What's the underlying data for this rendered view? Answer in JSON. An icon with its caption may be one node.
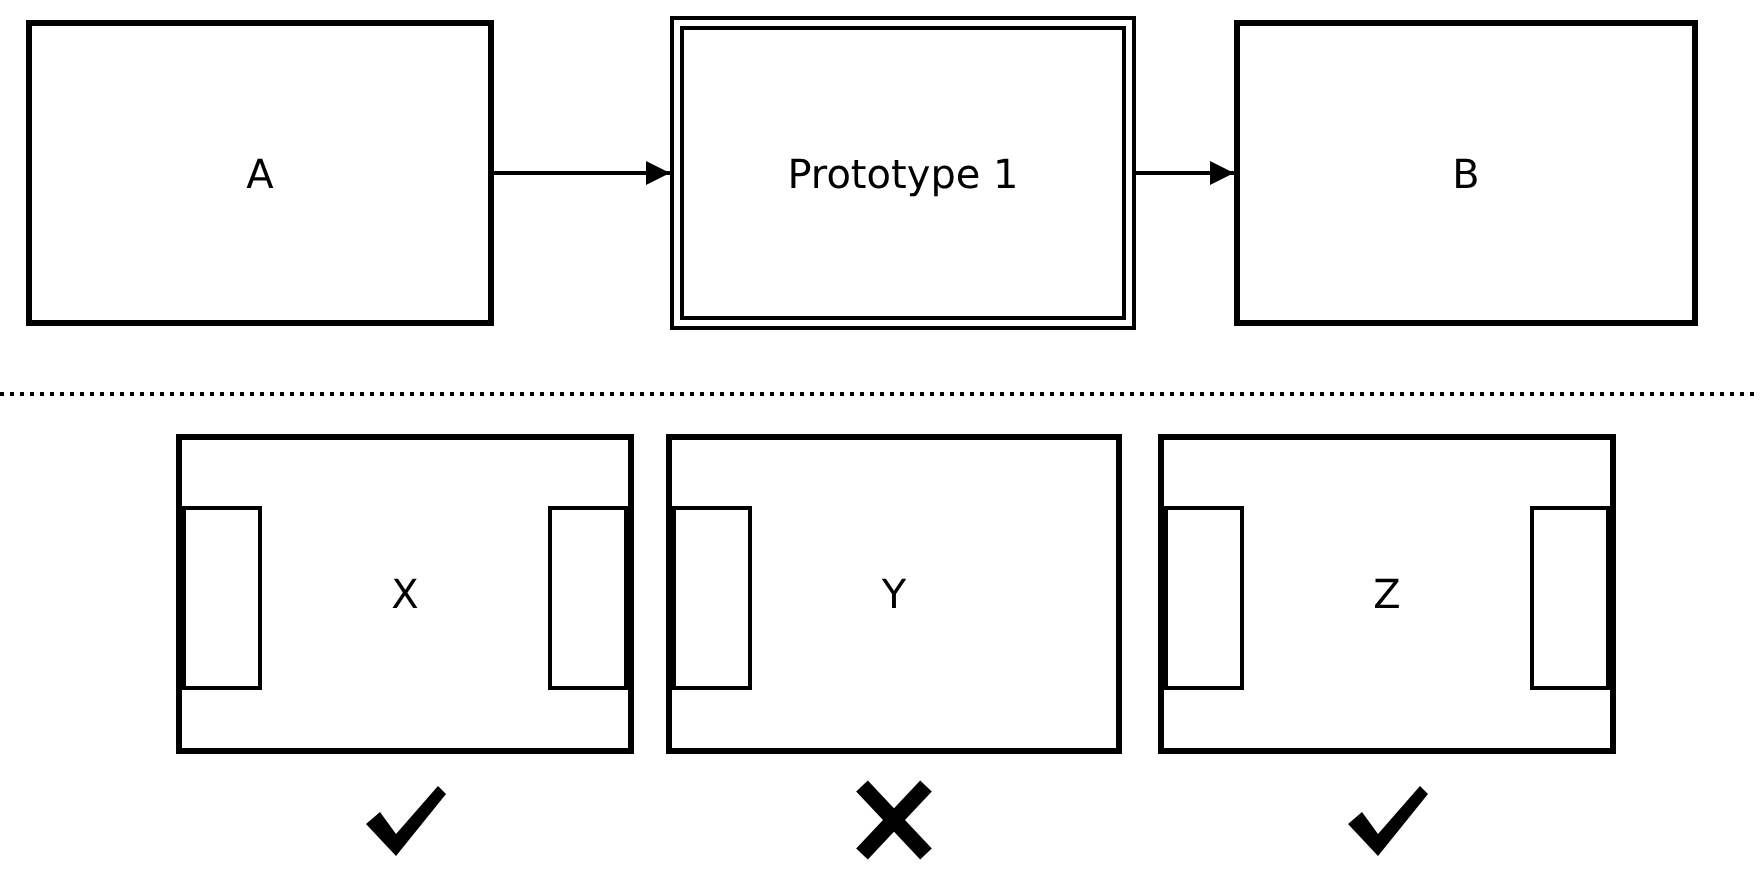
{
  "diagram": {
    "nodes": [
      {
        "text": [
          "A"
        ]
      },
      {
        "text": [
          "Prototype 1"
        ]
      },
      {
        "text": [
          "B"
        ]
      },
      {
        "text": [
          "X"
        ]
      },
      {
        "text": [
          "Y"
        ]
      },
      {
        "text": [
          "Z"
        ]
      }
    ],
    "edges": [
      {
        "from": 0,
        "to": 1,
        "arrow": "to"
      },
      {
        "from": 1,
        "to": 2,
        "arrow": "to"
      }
    ]
  }
}
